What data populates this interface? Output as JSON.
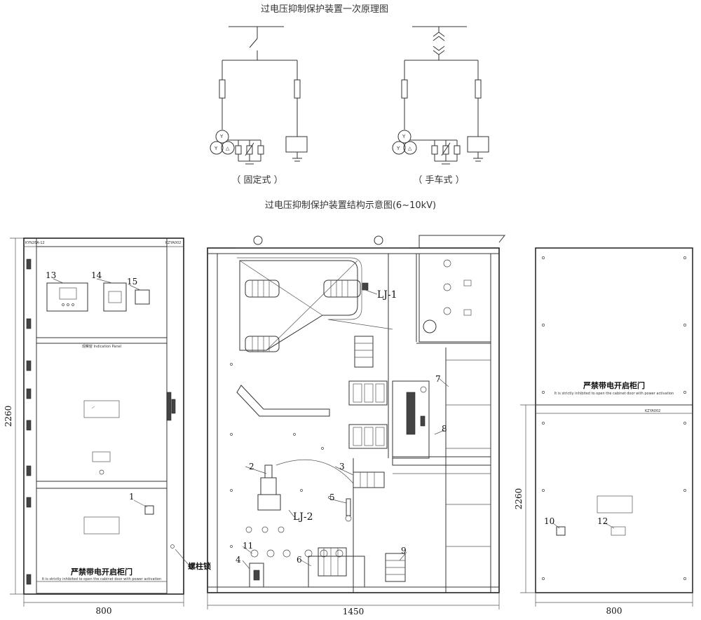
{
  "schematic": {
    "title": "过电压抑制保护装置一次原理图",
    "left_caption": "（ 固定式 ）",
    "right_caption": "（ 手车式 ）"
  },
  "structure": {
    "title": "过电压抑制保护装置结构示意图(6~10kV)"
  },
  "left_panel": {
    "model_label": "KYN28A-12",
    "code_label": "KZYA002",
    "dim_height": "2260",
    "dim_width": "800",
    "callouts": {
      "c13": "13",
      "c14": "14",
      "c15": "15",
      "c1": "1"
    },
    "mid_plate": "观察窗 Indication Panel",
    "warning": "严禁带电开启柜门",
    "warning_en": "It is strictly inhibited to open the cabinet door with power activation",
    "bolt_lock": "螺柱锁"
  },
  "side_view": {
    "dim_width": "1450",
    "labels": {
      "lj1": "LJ-1",
      "lj2": "LJ-2",
      "n2": "2",
      "n3": "3",
      "n4": "4",
      "n5": "5",
      "n6": "6",
      "n7": "7",
      "n8": "8",
      "n9": "9",
      "n11": "11"
    }
  },
  "right_panel": {
    "dim_height": "2260",
    "dim_width": "800",
    "warning": "严禁带电开启柜门",
    "warning_en": "It is strictly inhibited to open the cabinet door with power activation",
    "code_label": "KZYA002",
    "callouts": {
      "c10": "10",
      "c12": "12"
    }
  }
}
